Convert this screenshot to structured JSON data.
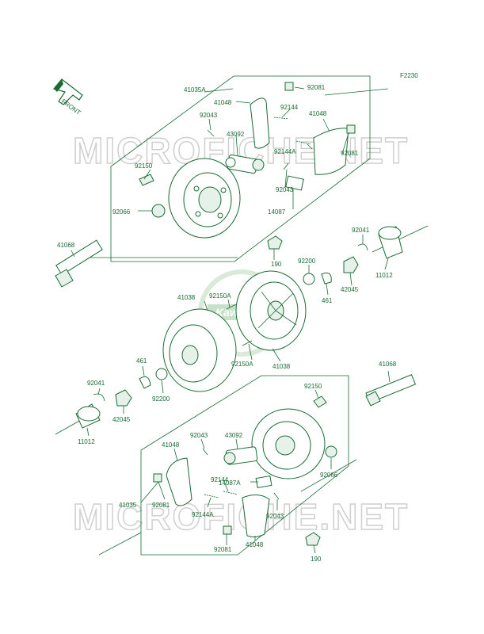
{
  "figure_code": "F2230",
  "front_arrow_label": "FRONT",
  "watermarks": [
    "MICROFICHE.NET",
    "MICROFICHE.NET"
  ],
  "center_logo_text": "Kawasaki",
  "colors": {
    "ink": "#1a6b34",
    "watermark": "#cfcfcf",
    "background": "#ffffff"
  },
  "labels": {
    "l41035A": "41035A",
    "l41048_a": "41048",
    "l92081_a": "92081",
    "l92043_a": "92043",
    "l92144_a": "92144",
    "l41048_b": "41048",
    "l43092_a": "43092",
    "l92144A_a": "92144A",
    "l92081_b": "92081",
    "l92150_a": "92150",
    "l92043_b": "92043",
    "l92066_a": "92066",
    "l14087": "14087",
    "l41068_a": "41068",
    "l190_a": "190",
    "l92200_a": "92200",
    "l92041_a": "92041",
    "l11012_a": "11012",
    "l461_a": "461",
    "l42045_a": "42045",
    "l41038_a": "41038",
    "l92150A_a": "92150A",
    "l41038_b": "41038",
    "l92150A_b": "92150A",
    "l461_b": "461",
    "l92200_b": "92200",
    "l92041_b": "92041",
    "l41068_b": "41068",
    "l42045_b": "42045",
    "l11012_b": "11012",
    "l92150_b": "92150",
    "l41048_c": "41048",
    "l92043_c": "92043",
    "l43092_b": "43092",
    "l92066_b": "92066",
    "l92144_b": "92144",
    "l14087A": "14087A",
    "l41035": "41035",
    "l92081_c": "92081",
    "l92144A_b": "92144A",
    "l92043_d": "92043",
    "l92081_d": "92081",
    "l41048_d": "41048",
    "l190_b": "190"
  }
}
